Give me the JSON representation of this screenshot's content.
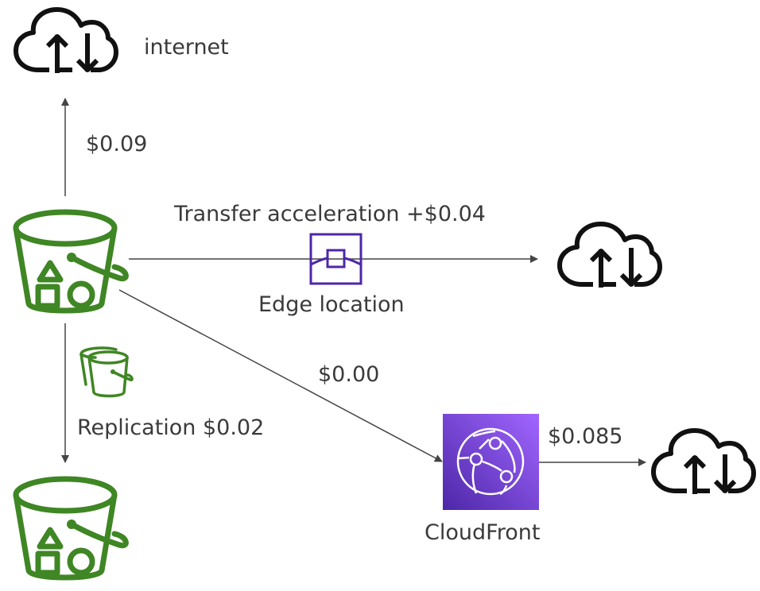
{
  "colors": {
    "s3_green": "#3f8624",
    "edge_purple": "#4d27a8",
    "cloudfront_gradient_start": "#4d27a8",
    "cloudfront_gradient_end": "#a166ff",
    "arrow": "#444444",
    "text": "#3a3a3a",
    "cloud_stroke": "#111111"
  },
  "nodes": {
    "internet_label": "internet",
    "edge_location_label": "Edge location",
    "cloudfront_label": "CloudFront",
    "icons": {
      "s3_source": "s3-bucket-icon",
      "s3_destination": "s3-bucket-icon",
      "replication": "s3-replication-icon",
      "edge": "edge-location-icon",
      "cloudfront": "cloudfront-icon",
      "cloud": "cloud-upload-download-icon"
    }
  },
  "edges": {
    "to_internet": "$0.09",
    "transfer_acceleration": "Transfer acceleration +$0.04",
    "to_cloudfront": "$0.00",
    "replication": "Replication $0.02",
    "cloudfront_to_internet": "$0.085"
  }
}
